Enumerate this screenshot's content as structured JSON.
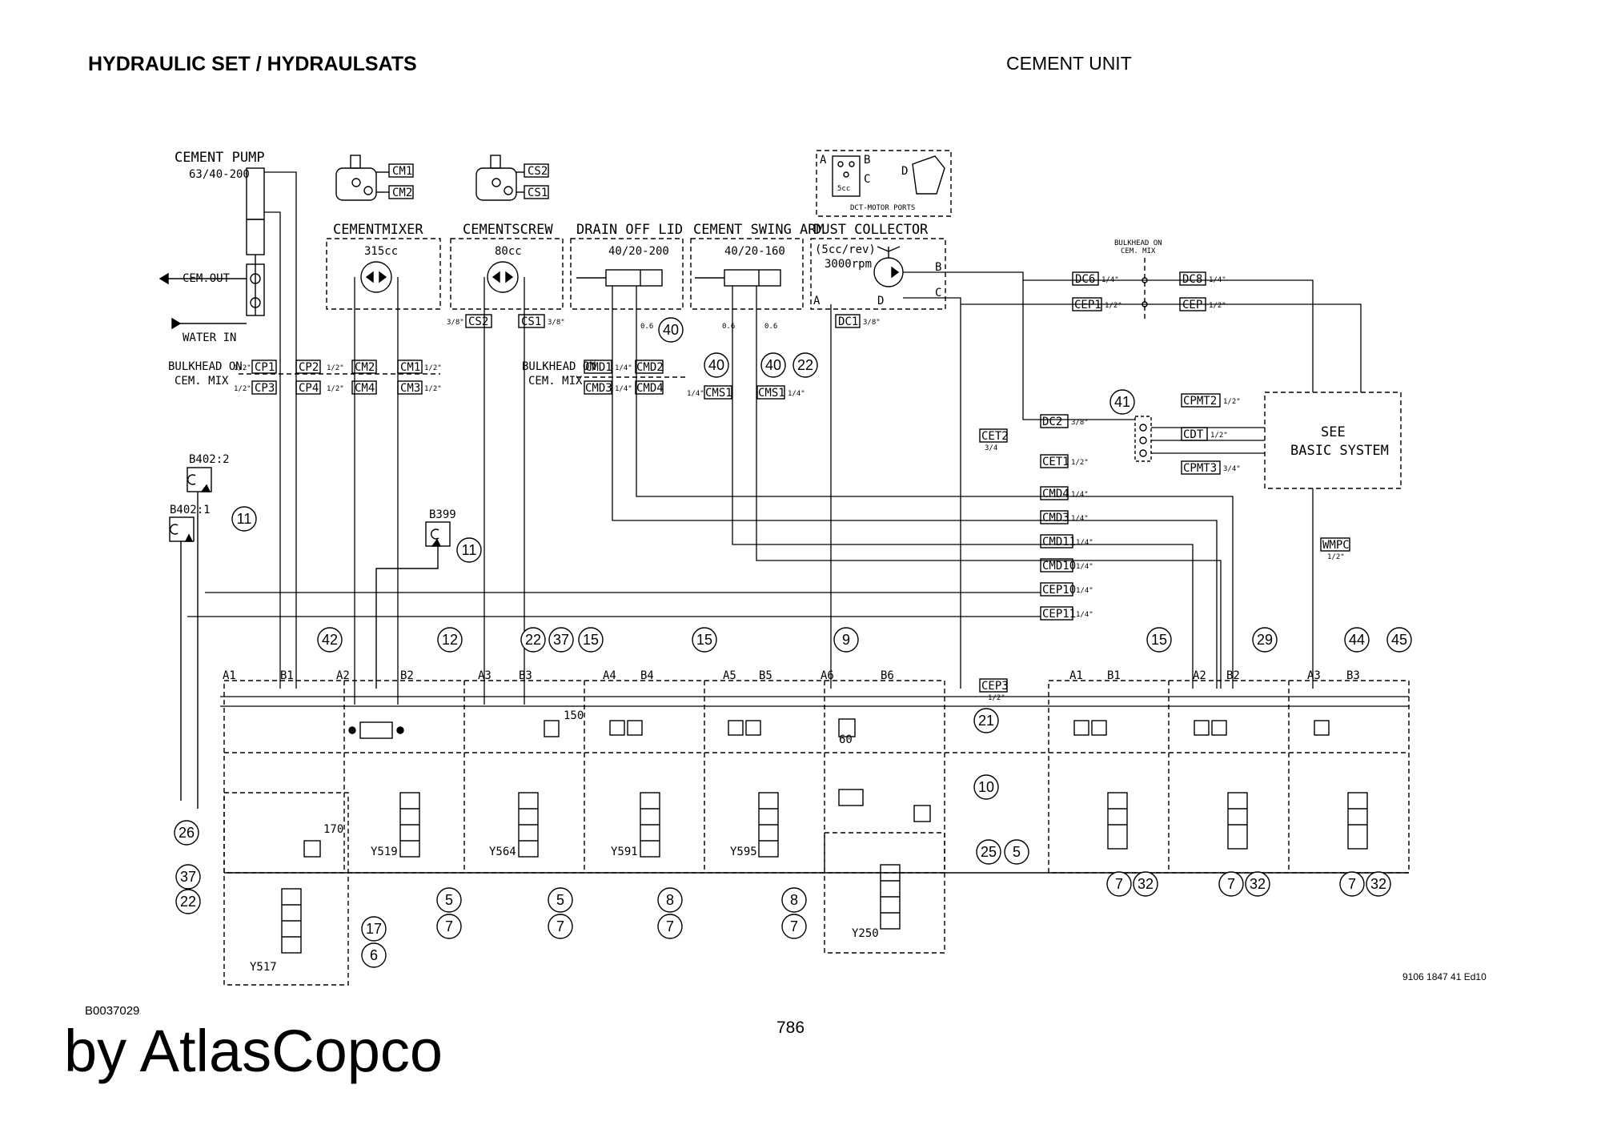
{
  "header": {
    "title_left": "HYDRAULIC SET / HYDRAULSATS",
    "title_right": "CEMENT UNIT"
  },
  "footer": {
    "doc_code": "B0037029",
    "page_number": "786",
    "brand": "by AtlasCopco",
    "revision": "9106 1847 41 Ed10"
  },
  "components": {
    "cement_pump": {
      "name": "CEMENT PUMP",
      "spec": "63/40-200",
      "out": "CEM.OUT",
      "in": "WATER IN"
    },
    "cementmixer": {
      "name": "CEMENTMIXER",
      "spec": "315cc",
      "port_a": "CM1",
      "port_b": "CM2"
    },
    "cementscrew": {
      "name": "CEMENTSCREW",
      "spec": "80cc",
      "port_a": "CS2",
      "port_b": "CS1"
    },
    "drain_off_lid": {
      "name": "DRAIN OFF LID",
      "spec": "40/20-200"
    },
    "cement_swing_arm": {
      "name": "CEMENT SWING ARM",
      "spec": "40/20-160"
    },
    "dust_collector": {
      "name": "DUST COLLECTOR",
      "spec1": "(5cc/rev)",
      "spec2": "3000rpm"
    },
    "dct_motor": {
      "caption": "DCT-MOTOR PORTS",
      "size": "5cc"
    },
    "basic_system": {
      "line1": "SEE",
      "line2": "BASIC SYSTEM"
    }
  },
  "bulkheads": {
    "left": {
      "line1": "BULKHEAD ON",
      "line2": "CEM. MIX"
    },
    "mid": {
      "line1": "BULKHEAD ON",
      "line2": "CEM. MIX"
    },
    "right": {
      "line1": "BULKHEAD ON",
      "line2": "CEM. MIX"
    }
  },
  "port_tags": [
    {
      "label": "CM1"
    },
    {
      "label": "CM2"
    },
    {
      "label": "CS2"
    },
    {
      "label": "CS1"
    },
    {
      "label": "CS2",
      "size": "3/8\""
    },
    {
      "label": "CS1",
      "size": "3/8\""
    },
    {
      "label": "DC1",
      "size": "3/8\""
    },
    {
      "label": "CP1",
      "size": "1/2\""
    },
    {
      "label": "CP2",
      "size": "1/2\""
    },
    {
      "label": "CM2"
    },
    {
      "label": "CM1",
      "size": "1/2\""
    },
    {
      "label": "CP3",
      "size": "1/2\""
    },
    {
      "label": "CP4",
      "size": "1/2\""
    },
    {
      "label": "CM4"
    },
    {
      "label": "CM3",
      "size": "1/2\""
    },
    {
      "label": "CMD1",
      "size": "1/4\""
    },
    {
      "label": "CMD2"
    },
    {
      "label": "CMD3",
      "size": "1/4\""
    },
    {
      "label": "CMD4"
    },
    {
      "label": "CMS1",
      "size": "1/4\""
    },
    {
      "label": "CMS1",
      "size": "1/4\""
    },
    {
      "label": "DC6",
      "size": "1/4\""
    },
    {
      "label": "DC8",
      "size": "1/4\""
    },
    {
      "label": "CEP1",
      "size": "1/2\""
    },
    {
      "label": "CEP",
      "size": "1/2\""
    },
    {
      "label": "DC2",
      "size": "3/8\""
    },
    {
      "label": "CET2",
      "size": "3/4"
    },
    {
      "label": "CET1",
      "size": "1/2\""
    },
    {
      "label": "CPMT2",
      "size": "1/2\""
    },
    {
      "label": "CDT",
      "size": "1/2\""
    },
    {
      "label": "CPMT3",
      "size": "3/4\""
    },
    {
      "label": "CMD4",
      "size": "1/4\""
    },
    {
      "label": "CMD3",
      "size": "1/4\""
    },
    {
      "label": "CMD11",
      "size": "1/4\""
    },
    {
      "label": "CMD10",
      "size": "1/4\""
    },
    {
      "label": "CEP10",
      "size": "1/4\""
    },
    {
      "label": "CEP11",
      "size": "1/4\""
    },
    {
      "label": "WMPC",
      "size": "1/2\""
    },
    {
      "label": "CEP3",
      "size": "1/2\""
    }
  ],
  "sensors": [
    {
      "label": "B402:2"
    },
    {
      "label": "B402:1"
    },
    {
      "label": "B399"
    }
  ],
  "valves": [
    {
      "label": "Y519"
    },
    {
      "label": "Y564"
    },
    {
      "label": "Y591"
    },
    {
      "label": "Y595"
    },
    {
      "label": "Y250"
    },
    {
      "label": "Y517"
    }
  ],
  "manifold_ports": [
    "A1",
    "B1",
    "A2",
    "B2",
    "A3",
    "B3",
    "A4",
    "B4",
    "A5",
    "B5",
    "A6",
    "B6",
    "A1",
    "B1",
    "A2",
    "B2",
    "A3",
    "B3"
  ],
  "settings": {
    "relief_a": "150",
    "relief_b": "170",
    "relief_c": "60",
    "restrictor_a": "0.6",
    "restrictor_b": "0.6",
    "restrictor_c": "0.6"
  },
  "callouts": [
    "40",
    "40",
    "40",
    "22",
    "41",
    "11",
    "11",
    "42",
    "12",
    "22",
    "37",
    "15",
    "15",
    "9",
    "15",
    "29",
    "44",
    "45",
    "21",
    "10",
    "25",
    "5",
    "26",
    "37",
    "22",
    "17",
    "6",
    "5",
    "7",
    "5",
    "7",
    "8",
    "7",
    "8",
    "7",
    "7",
    "32",
    "7",
    "32",
    "7",
    "32"
  ]
}
